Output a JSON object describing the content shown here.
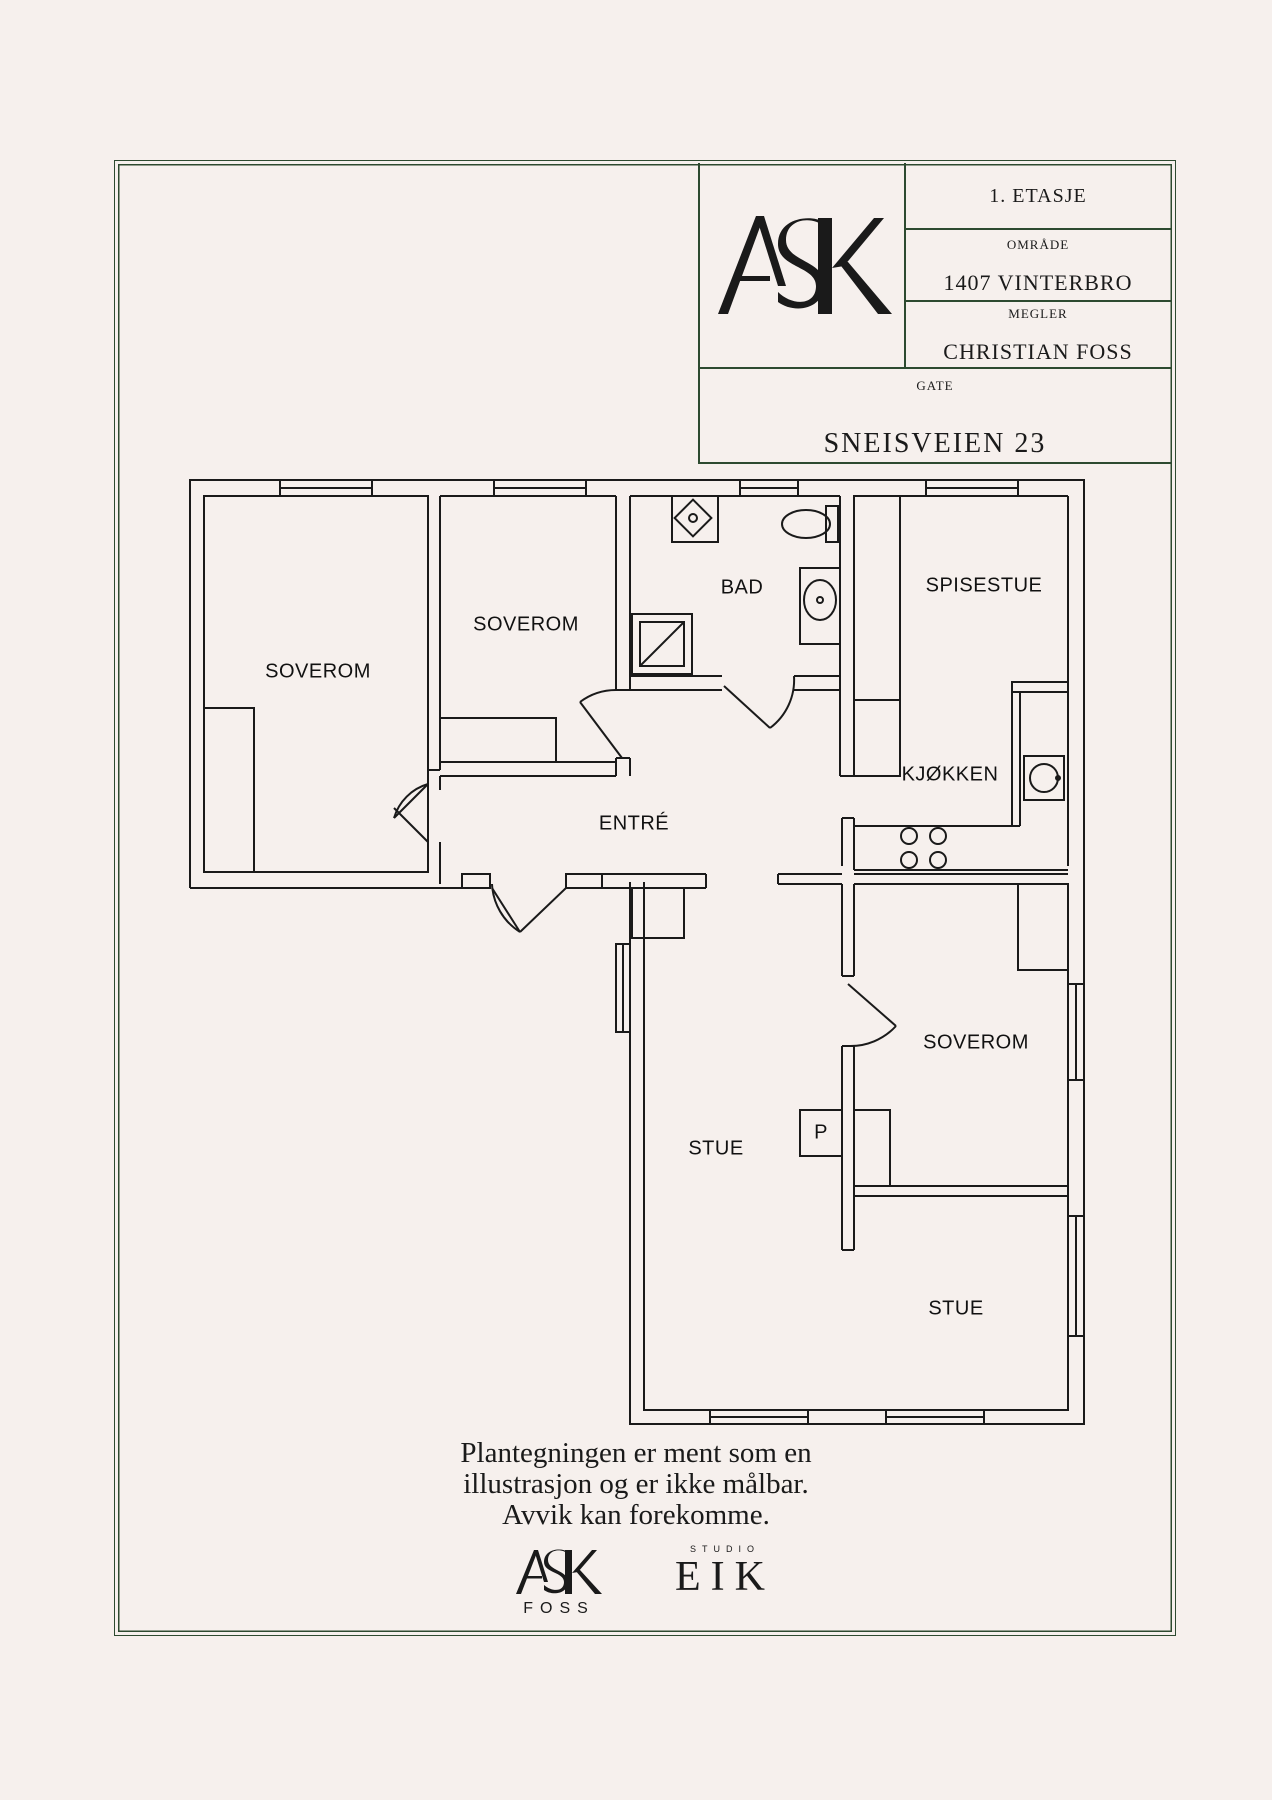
{
  "header": {
    "floor": "1. ETASJE",
    "area_label": "OMRÅDE",
    "area_value": "1407 VINTERBRO",
    "agent_label": "MEGLER",
    "agent_value": "CHRISTIAN FOSS",
    "street_label": "GATE",
    "street_value": "SNEISVEIEN 23"
  },
  "logo": {
    "text": "ASK"
  },
  "rooms": {
    "soverom_1": "SOVEROM",
    "soverom_2": "SOVEROM",
    "bad": "BAD",
    "spisestue": "SPISESTUE",
    "kjokken": "KJØKKEN",
    "entre": "ENTRÉ",
    "soverom_3": "SOVEROM",
    "stue_1": "STUE",
    "stue_2": "STUE",
    "p": "P"
  },
  "disclaimer": {
    "line1": "Plantegningen er ment som en",
    "line2": "illustrasjon og er ikke målbar.",
    "line3": "Avvik kan forekomme."
  },
  "footer": {
    "ask_text": "ASK",
    "foss_text": "FOSS",
    "studio_text": "STUDIO",
    "eik_text": "EIK"
  },
  "colors": {
    "frame": "#2d4a30",
    "background": "#f6f0ed",
    "ink": "#1a1a1a"
  }
}
